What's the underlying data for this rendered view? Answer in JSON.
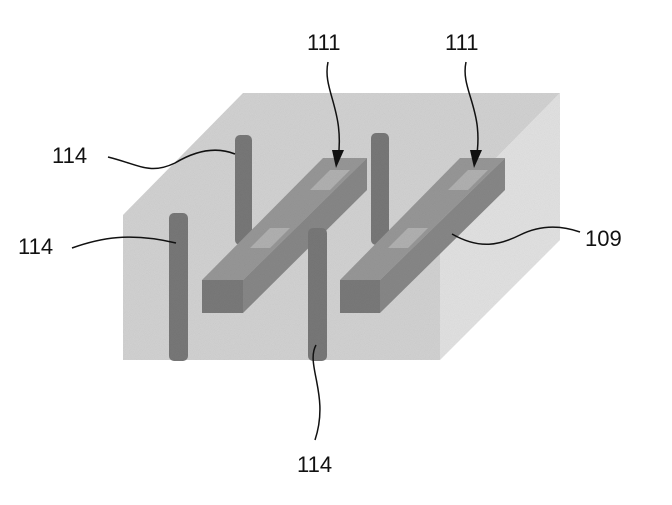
{
  "labels": {
    "bar_left": "111",
    "bar_right": "111",
    "pillar_top_left": "114",
    "pillar_front_left": "114",
    "pillar_center": "114",
    "substrate": "109"
  },
  "colors": {
    "substrate_front": "#d6d6d6",
    "substrate_side": "#e4e4e4",
    "bar_top": "#9a9a9a",
    "bar_front": "#7c7c7c",
    "bar_side": "#8a8a8a",
    "pillar": "#7a7a7a"
  }
}
